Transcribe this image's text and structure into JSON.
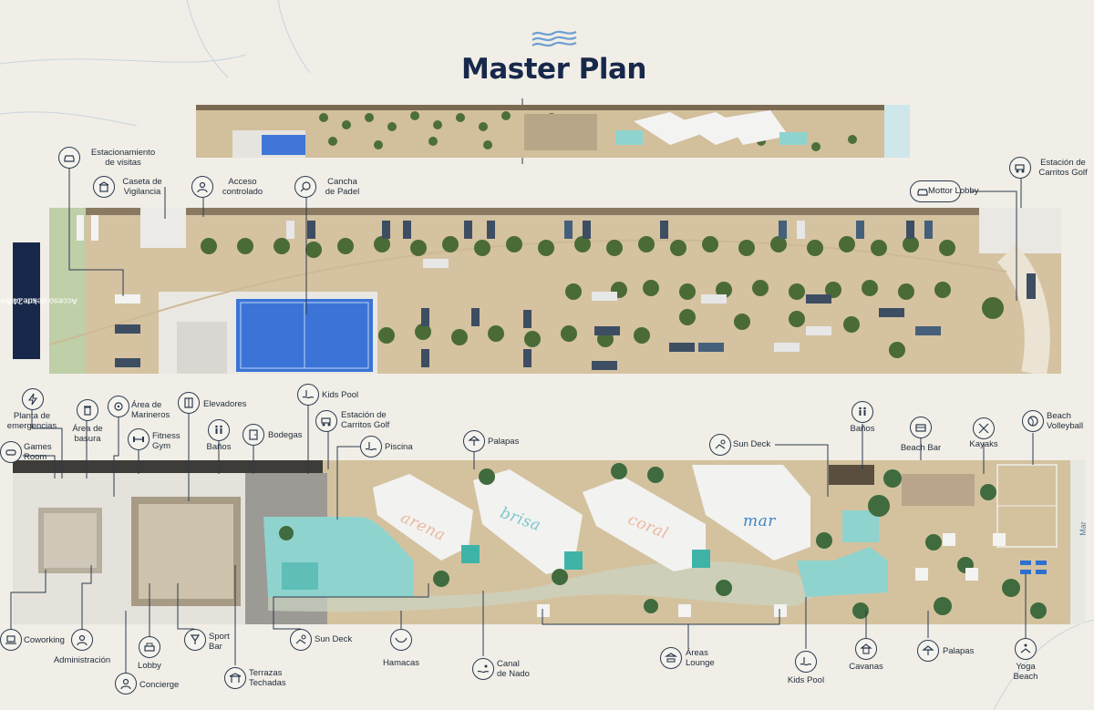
{
  "title": "Master Plan",
  "colors": {
    "navy": "#17284a",
    "sand": "#d7c6a6",
    "pool": "#4f8fe0",
    "water": "#8fd3cf",
    "grass": "#3f6b3e",
    "bg": "#f1eee7"
  },
  "side_tag": {
    "line1": "Acceso desde carretera",
    "line2": "km 24.5"
  },
  "sea_label": "Mar",
  "brands": {
    "arena": "arena",
    "brisa": "brisa",
    "coral": "coral",
    "mar": "mar"
  },
  "labels": {
    "estacionamiento": {
      "line1": "Estacionamiento",
      "line2": "de visitas",
      "icon": "car-icon"
    },
    "caseta": {
      "line1": "Caseta de",
      "line2": "Vigilancia",
      "icon": "guardhouse-icon"
    },
    "acceso": {
      "line1": "Acceso",
      "line2": "controlado",
      "icon": "guard-icon"
    },
    "cancha": {
      "line1": "Cancha",
      "line2": "de Padel",
      "icon": "padel-icon"
    },
    "mottor": {
      "line1": "Mottor Lobby",
      "icon": "car-icon"
    },
    "estacion_top": {
      "line1": "Estación de",
      "line2": "Carritos Golf",
      "icon": "golf-cart-icon"
    },
    "planta": {
      "line1": "Planta de",
      "line2": "emergencias",
      "icon": "lightning-icon"
    },
    "basura": {
      "line1": "Área de",
      "line2": "basura",
      "icon": "trash-icon"
    },
    "marineros": {
      "line1": "Área de",
      "line2": "Marineros",
      "icon": "helm-icon"
    },
    "elevadores": {
      "line1": "Elevadores",
      "icon": "elevator-icon"
    },
    "kidspool_top": {
      "line1": "Kids Pool",
      "icon": "pool-icon"
    },
    "estacion_mid": {
      "line1": "Estación de",
      "line2": "Carritos Golf",
      "icon": "golf-cart-icon"
    },
    "games": {
      "line1": "Games",
      "line2": "Room",
      "icon": "gamepad-icon"
    },
    "fitness": {
      "line1": "Fitness",
      "line2": "Gym",
      "icon": "dumbbell-icon"
    },
    "banos_left": {
      "line1": "Baños",
      "icon": "restroom-icon"
    },
    "bodegas": {
      "line1": "Bodegas",
      "icon": "storage-icon"
    },
    "piscina": {
      "line1": "Piscina",
      "icon": "pool-icon"
    },
    "palapas_top": {
      "line1": "Palapas",
      "icon": "palapa-icon"
    },
    "sundeck_top": {
      "line1": "Sun Deck",
      "icon": "sun-lounger-icon"
    },
    "banos_right": {
      "line1": "Baños",
      "icon": "restroom-icon"
    },
    "beachbar": {
      "line1": "Beach Bar",
      "icon": "bar-icon"
    },
    "kayaks": {
      "line1": "Kayaks",
      "icon": "kayak-icon"
    },
    "volleyball": {
      "line1": "Beach",
      "line2": "Volleyball",
      "icon": "volleyball-icon"
    },
    "coworking": {
      "line1": "Coworking",
      "icon": "laptop-icon"
    },
    "administracion": {
      "line1": "Administración",
      "icon": "person-icon"
    },
    "lobby": {
      "line1": "Lobby",
      "icon": "sofa-icon"
    },
    "concierge": {
      "line1": "Concierge",
      "icon": "concierge-icon"
    },
    "sportbar": {
      "line1": "Sport",
      "line2": "Bar",
      "icon": "glass-icon"
    },
    "terrazas": {
      "line1": "Terrazas",
      "line2": "Techadas",
      "icon": "terrace-icon"
    },
    "sundeck_bottom": {
      "line1": "Sun Deck",
      "icon": "sun-lounger-icon"
    },
    "hamacas": {
      "line1": "Hamacas",
      "icon": "hammock-icon"
    },
    "canal": {
      "line1": "Canal",
      "line2": "de Nado",
      "icon": "swimmer-icon"
    },
    "areas_lounge": {
      "line1": "Áreas",
      "line2": "Lounge",
      "icon": "lounge-icon"
    },
    "kidspool_bottom": {
      "line1": "Kids Pool",
      "icon": "pool-icon"
    },
    "cavanas": {
      "line1": "Cavanas",
      "icon": "cabana-icon"
    },
    "palapas_bottom": {
      "line1": "Palapas",
      "icon": "palapa-icon"
    },
    "yoga": {
      "line1": "Yoga",
      "line2": "Beach",
      "icon": "yoga-icon"
    }
  }
}
